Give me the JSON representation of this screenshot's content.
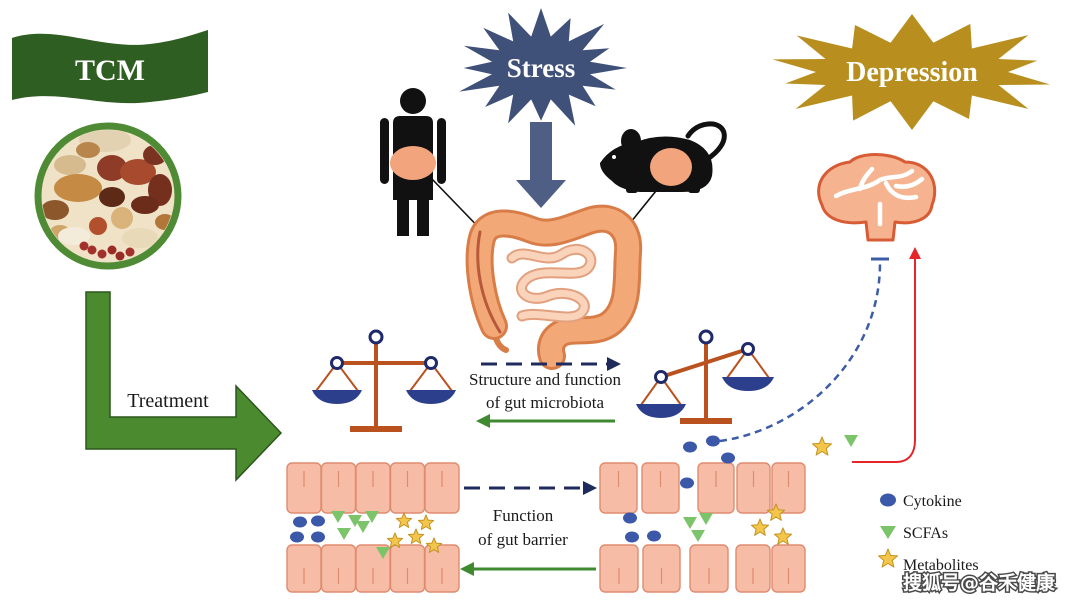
{
  "banner": {
    "label": "TCM"
  },
  "stress": {
    "label": "Stress"
  },
  "depression": {
    "label": "Depression"
  },
  "treatment": {
    "label": "Treatment"
  },
  "microbiota": {
    "line1": "Structure and function",
    "line2": "of gut microbiota"
  },
  "barrier": {
    "line1": "Function",
    "line2": "of gut barrier"
  },
  "legend": {
    "cytokine": {
      "label": "Cytokine",
      "icon": "cytokine-ellipse-icon"
    },
    "scfas": {
      "label": "SCFAs",
      "icon": "scfa-triangle-icon"
    },
    "metabolites": {
      "label": "Metabolites",
      "icon": "metabolite-star-icon"
    }
  },
  "watermark": "搜狐号@谷禾健康",
  "icons": {
    "herbs": "herbs-photo",
    "human": "human-icon",
    "mouse": "mouse-icon",
    "gut": "gut-icon",
    "brain": "brain-icon",
    "scale": "balance-scale-icon",
    "gut_barrier": "gut-barrier-icon"
  },
  "colors": {
    "tcm_banner": "#2f5e22",
    "photo_ring": "#4f8b34",
    "treatment_arrow": "#4c8a30",
    "stress": "#3f5079",
    "depression": "#b88f1f",
    "gut": "#f3a877",
    "gut_outline": "#d97d48",
    "belly": "#f2a57c",
    "brain": "#f5b48f",
    "brain_outline": "#d75c36",
    "scale": "#b9521f",
    "scale_pan": "#2c3f8c",
    "cytokine": "#3c58a8",
    "scfa": "#7cc46a",
    "metabolite": "#f3c54b",
    "cell": "#f6bca6",
    "cell_outline": "#df8b70",
    "dashed_arrow": "#1f2b5c",
    "green_arrow": "#3f8a30",
    "red_arrow": "#e4262b",
    "inhibition": "#3d5ca8"
  }
}
